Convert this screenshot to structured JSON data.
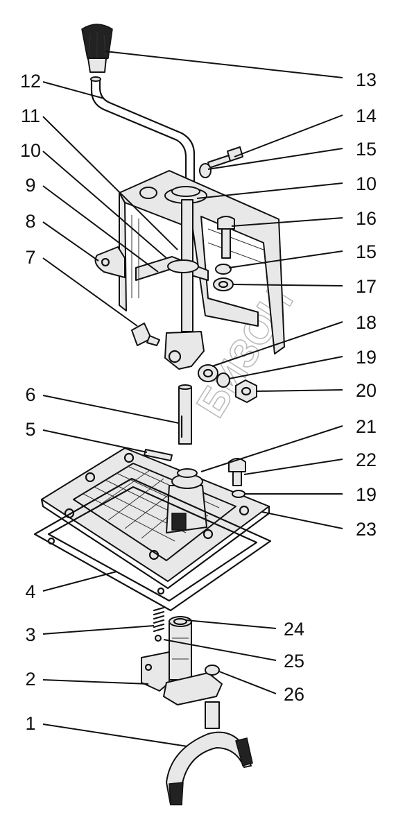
{
  "callouts": [
    {
      "id": "13",
      "text": "13"
    },
    {
      "id": "12",
      "text": "12"
    },
    {
      "id": "14",
      "text": "14"
    },
    {
      "id": "11",
      "text": "11"
    },
    {
      "id": "15a",
      "text": "15"
    },
    {
      "id": "10a",
      "text": "10"
    },
    {
      "id": "10b",
      "text": "10"
    },
    {
      "id": "9",
      "text": "9"
    },
    {
      "id": "16",
      "text": "16"
    },
    {
      "id": "8",
      "text": "8"
    },
    {
      "id": "15b",
      "text": "15"
    },
    {
      "id": "7",
      "text": "7"
    },
    {
      "id": "17",
      "text": "17"
    },
    {
      "id": "18",
      "text": "18"
    },
    {
      "id": "19a",
      "text": "19"
    },
    {
      "id": "6",
      "text": "6"
    },
    {
      "id": "20",
      "text": "20"
    },
    {
      "id": "5",
      "text": "5"
    },
    {
      "id": "21",
      "text": "21"
    },
    {
      "id": "22",
      "text": "22"
    },
    {
      "id": "19b",
      "text": "19"
    },
    {
      "id": "23",
      "text": "23"
    },
    {
      "id": "4",
      "text": "4"
    },
    {
      "id": "3",
      "text": "3"
    },
    {
      "id": "24",
      "text": "24"
    },
    {
      "id": "25",
      "text": "25"
    },
    {
      "id": "2",
      "text": "2"
    },
    {
      "id": "26",
      "text": "26"
    },
    {
      "id": "1",
      "text": "1"
    }
  ],
  "watermark": "БИЗОН"
}
